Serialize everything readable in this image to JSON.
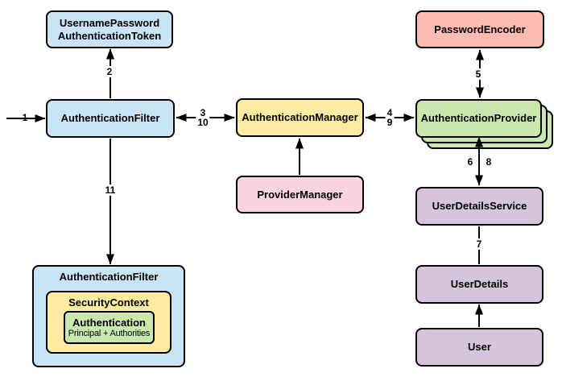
{
  "nodes": {
    "token": {
      "label": "UsernamePassword\nAuthenticationToken"
    },
    "filter": {
      "label": "AuthenticationFilter"
    },
    "manager": {
      "label": "AuthenticationManager"
    },
    "provider_manager": {
      "label": "ProviderManager"
    },
    "password_encoder": {
      "label": "PasswordEncoder"
    },
    "provider": {
      "label": "AuthenticationProvider"
    },
    "user_details_service": {
      "label": "UserDetailsService"
    },
    "user_details": {
      "label": "UserDetails"
    },
    "user": {
      "label": "User"
    },
    "filter_context": {
      "label": "AuthenticationFilter"
    },
    "security_context": {
      "label": "SecurityContext"
    },
    "authentication": {
      "label": "Authentication",
      "sublabel": "Principal + Authorities"
    }
  },
  "edges": {
    "e1": {
      "label": "1"
    },
    "e2": {
      "label": "2"
    },
    "e3": {
      "label": "3"
    },
    "e4": {
      "label": "4"
    },
    "e5": {
      "label": "5"
    },
    "e6": {
      "label": "6"
    },
    "e7": {
      "label": "7"
    },
    "e8": {
      "label": "8"
    },
    "e9": {
      "label": "9"
    },
    "e10": {
      "label": "10"
    },
    "e11": {
      "label": "11"
    }
  },
  "colors": {
    "blue": "#c9e4f5",
    "yellow": "#feeca4",
    "pink": "#f9d4df",
    "salmon": "#ffbbb0",
    "green": "#c9e7af",
    "purple": "#d5c4db",
    "border": "#000000",
    "background": "#ffffff"
  }
}
